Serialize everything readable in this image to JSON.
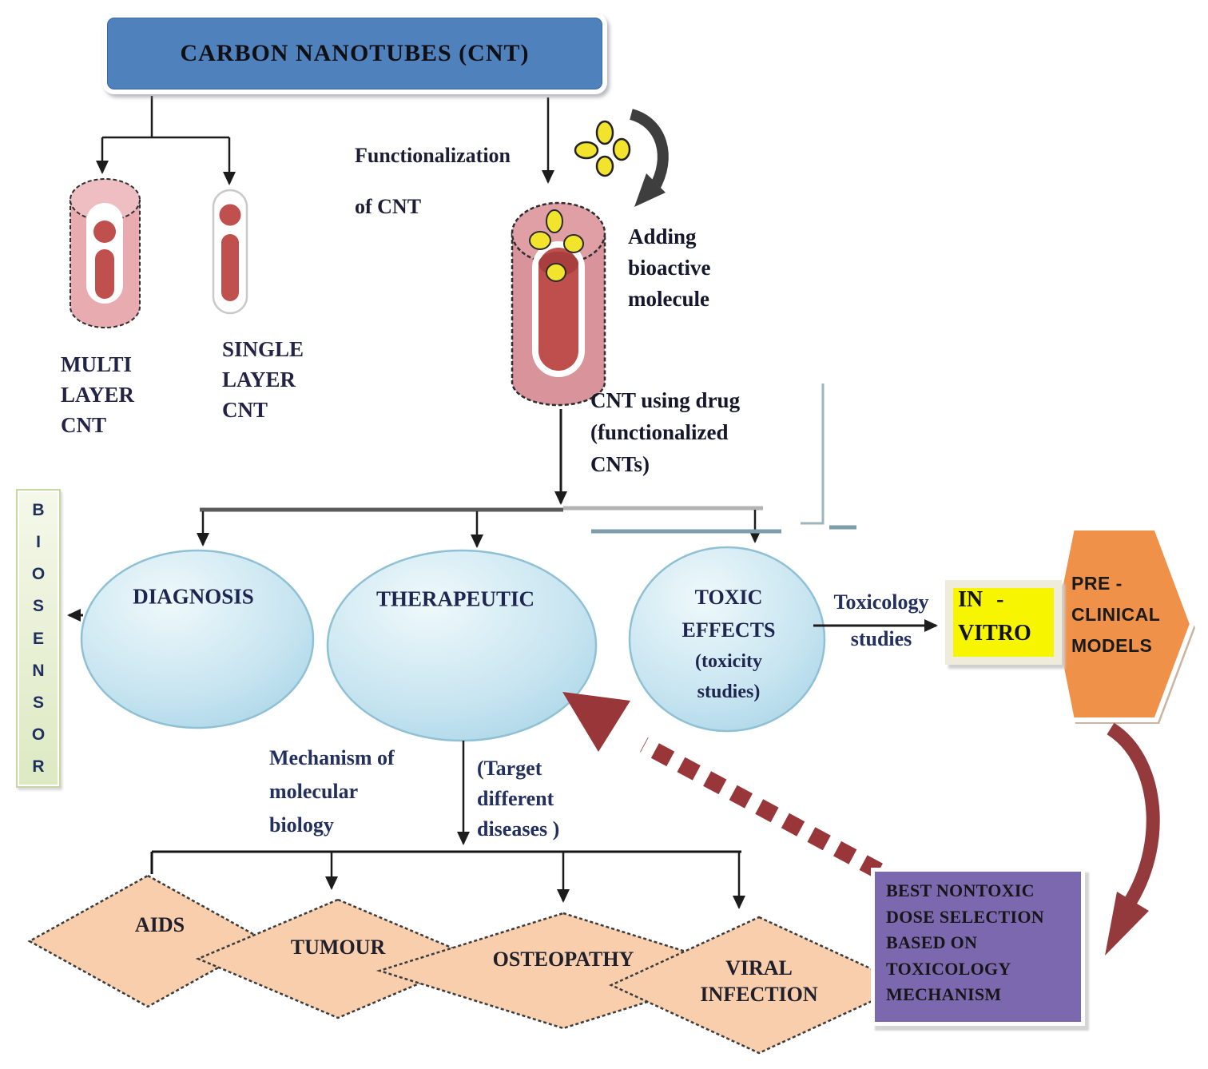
{
  "title": {
    "label": "CARBON NANOTUBES (CNT)"
  },
  "cnt_types": {
    "multi": {
      "lines": [
        "MULTI",
        "LAYER",
        "CNT"
      ]
    },
    "single": {
      "lines": [
        "SINGLE",
        "LAYER",
        "CNT"
      ]
    }
  },
  "functionalization": {
    "lines": [
      "Functionalization",
      "of CNT"
    ]
  },
  "adding_bioactive": {
    "lines": [
      "Adding",
      "bioactive",
      "molecule"
    ]
  },
  "cnt_using_drug": {
    "lines": [
      "CNT using drug",
      "(functionalized",
      "CNTs)"
    ]
  },
  "biosensor": {
    "word": "BIOSENSOR",
    "letters": [
      "B",
      "I",
      "O",
      "S",
      "E",
      "N",
      "S",
      "O",
      "R"
    ]
  },
  "ellipses": {
    "diagnosis": {
      "label": "DIAGNOSIS"
    },
    "therapeutic": {
      "label": "THERAPEUTIC"
    },
    "toxic": {
      "lines": [
        "TOXIC",
        "EFFECTS",
        "(toxicity",
        "studies)"
      ]
    }
  },
  "toxicology": {
    "lines": [
      "Toxicology",
      "studies"
    ]
  },
  "in_vitro": {
    "lines": [
      "IN -",
      "VITRO"
    ]
  },
  "preclinical": {
    "lines": [
      "PRE -",
      "CLINICAL",
      "MODELS"
    ]
  },
  "mechanism": {
    "lines": [
      "Mechanism of",
      "molecular",
      "biology"
    ]
  },
  "target": {
    "lines": [
      "(Target",
      "different",
      "diseases )"
    ]
  },
  "diseases": {
    "aids": {
      "label": "AIDS"
    },
    "tumour": {
      "label": "TUMOUR"
    },
    "osteopathy": {
      "label": "OSTEOPATHY"
    },
    "viral": {
      "lines": [
        "VIRAL",
        "INFECTION"
      ]
    }
  },
  "dose_box": {
    "lines": [
      "BEST NONTOXIC",
      "DOSE SELECTION",
      "BASED ON",
      "TOXICOLOGY",
      "MECHANISM"
    ]
  },
  "colors": {
    "title_blue": "#4f81bd",
    "ellipse_blue": "#bcdfee",
    "biosensor_green": "#edf2dc",
    "invitro_yellow": "#f7f500",
    "hexagon_orange": "#f0914a",
    "dose_purple": "#7c68ae",
    "diamond_peach": "#f8cead",
    "arrow_maroon": "#993639",
    "cnt_pink": "#e2a1a7",
    "cnt_red": "#bf4f4c",
    "molecule_yellow": "#f2e42d"
  }
}
